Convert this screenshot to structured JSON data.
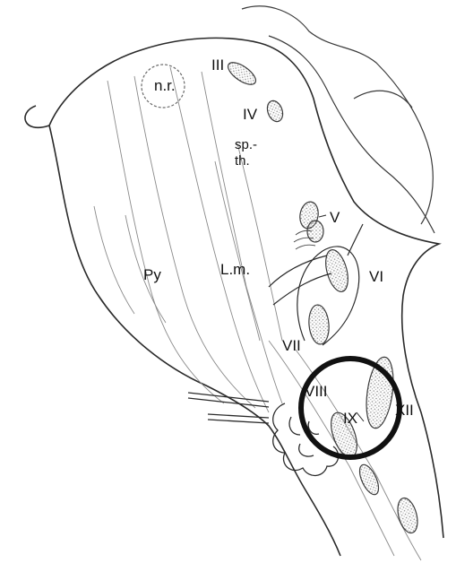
{
  "figure": {
    "labels": {
      "nr": "n.r.",
      "iii": "III",
      "iv": "IV",
      "spth_line1": "sp.-",
      "spth_line2": "th.",
      "v": "V",
      "py": "Py",
      "lm": "L.m.",
      "vi": "VI",
      "vii": "VII",
      "viii": "VIII",
      "ix": "IX",
      "xii": "XII"
    },
    "colors": {
      "ink": "#111111",
      "line": "#2a2a2a",
      "fine_line": "#7a7a7a",
      "stipple": "#9a9a9a",
      "highlight_circle": "#111111"
    }
  }
}
